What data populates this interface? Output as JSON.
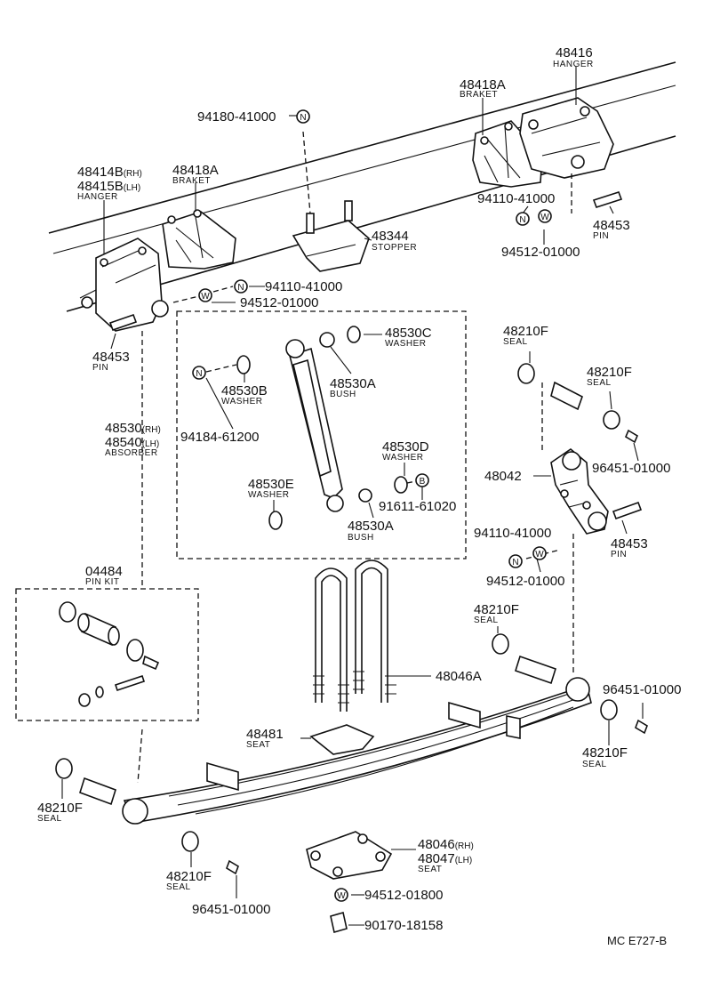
{
  "diagram_code": "MC E727-B",
  "symbols": {
    "nut": "N",
    "washer": "W",
    "bolt": "B"
  },
  "parts": {
    "bolt_top": "94180-41000",
    "hanger_front_rh": "48414B",
    "hanger_front_rh_suffix": "(RH)",
    "hanger_front_lh": "48415B",
    "hanger_front_lh_suffix": "(LH)",
    "hanger_front_name": "HANGER",
    "bracket_front": "48418A",
    "bracket_front_name": "BRAKET",
    "stopper": "48344",
    "stopper_name": "STOPPER",
    "bracket_rear": "48418A",
    "bracket_rear_name": "BRAKET",
    "hanger_rear": "48416",
    "hanger_rear_name": "HANGER",
    "nut_rear_top": "94110-41000",
    "washer_rear_top": "94512-01000",
    "pin_rear_top": "48453",
    "pin_rear_top_name": "PIN",
    "nut_front": "94110-41000",
    "washer_front": "94512-01000",
    "pin_front": "48453",
    "pin_front_name": "PIN",
    "absorber_rh": "48530",
    "absorber_rh_suffix": "(RH)",
    "absorber_lh": "48540",
    "absorber_lh_suffix": "(LH)",
    "absorber_name": "ABSORBER",
    "washer_c": "48530C",
    "washer_c_name": "WASHER",
    "bush_a_top": "48530A",
    "bush_a_top_name": "BUSH",
    "washer_b": "48530B",
    "washer_b_name": "WASHER",
    "nut_absorber": "94184-61200",
    "washer_d": "48530D",
    "washer_d_name": "WASHER",
    "washer_e": "48530E",
    "washer_e_name": "WASHER",
    "bolt_absorber": "91611-61020",
    "bush_a_bottom": "48530A",
    "bush_a_bottom_name": "BUSH",
    "seal_shackle_top": "48210F",
    "seal_shackle_top_name": "SEAL",
    "seal_shackle_right": "48210F",
    "seal_shackle_right_name": "SEAL",
    "grease_fitting_shackle": "96451-01000",
    "shackle": "48042",
    "pin_shackle": "48453",
    "pin_shackle_name": "PIN",
    "nut_shackle": "94110-41000",
    "washer_shackle": "94512-01000",
    "pin_kit": "04484",
    "pin_kit_name": "PIN KIT",
    "seal_spring_rear_top": "48210F",
    "seal_spring_rear_top_name": "SEAL",
    "grease_fitting_rear": "96451-01000",
    "seal_spring_rear": "48210F",
    "seal_spring_rear_name": "SEAL",
    "u_bolt": "48046A",
    "seat_spring": "48481",
    "seat_spring_name": "SEAT",
    "seal_front_left": "48210F",
    "seal_front_left_name": "SEAL",
    "seal_front_bottom": "48210F",
    "seal_front_bottom_name": "SEAL",
    "grease_fitting_front": "96451-01000",
    "seat_rh": "48046",
    "seat_rh_suffix": "(RH)",
    "seat_lh": "48047",
    "seat_lh_suffix": "(LH)",
    "seat_name": "SEAT",
    "washer_ubolt": "94512-01800",
    "nut_ubolt": "90170-18158"
  }
}
